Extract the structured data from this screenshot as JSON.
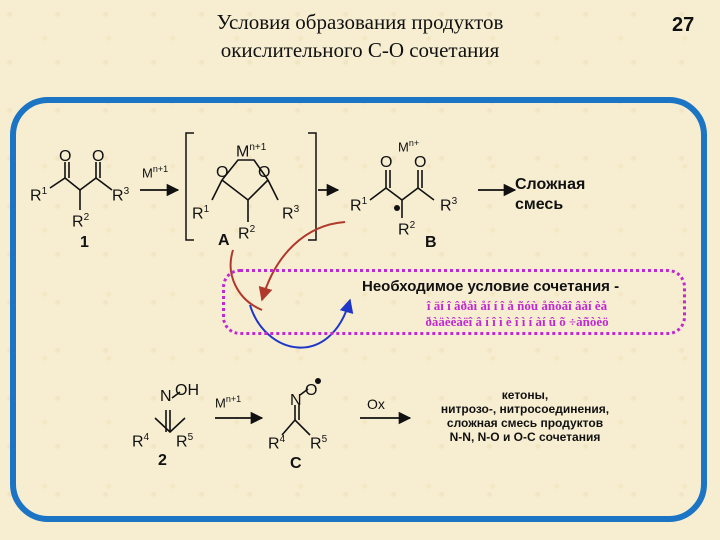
{
  "slide": {
    "title_line1": "Условия образования продуктов",
    "title_line2": "окислительного С-О сочетания",
    "page_number": "27"
  },
  "scheme": {
    "compound1_label": "1",
    "compound2_label": "2",
    "intermediate_A": "A",
    "intermediate_B": "B",
    "intermediate_C": "C",
    "reagent_top": "Mn+1",
    "reagent_A": "Mn+1",
    "reagent_B": "Mn+",
    "reagent_bottom": "Mn+1",
    "oxidant": "Ox",
    "top_products_line1": "Сложная",
    "top_products_line2": "смесь",
    "condition_title": "Необходимое условие сочетания -",
    "condition_line1": "î äí î âðåì åí í î å ñóù åñòâî âàí èå",
    "condition_line2": "ðàäèêàëî â í î ì è î ì í àí û õ ÷àñòèö",
    "bottom_products_line1": "кетоны,",
    "bottom_products_line2": "нитрозо-, нитросоединения,",
    "bottom_products_line3": "сложная смесь продуктов",
    "bottom_products_line4": "N-N, N-O и О-С сочетания"
  },
  "colors": {
    "frame": "#1b74c4",
    "condition_border": "#c02ad0",
    "condition_text": "#c02ad0",
    "red_arrow": "#b0392c",
    "blue_arrow": "#1f37c9"
  }
}
